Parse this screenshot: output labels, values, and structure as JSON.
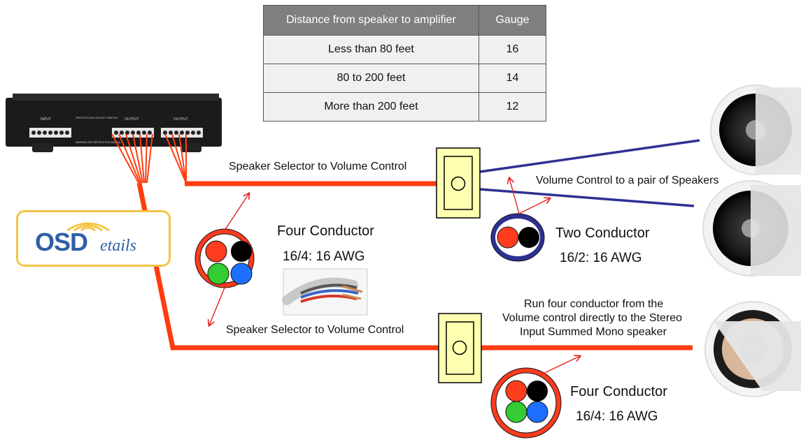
{
  "table": {
    "header": [
      "Distance from speaker to amplifier",
      "Gauge"
    ],
    "rows": [
      [
        "Less than 80 feet",
        "16"
      ],
      [
        "80 to 200 feet",
        "14"
      ],
      [
        "More than 200 feet",
        "12"
      ]
    ]
  },
  "labels": {
    "selector_to_volume_top": "Speaker Selector to Volume Control",
    "selector_to_volume_bottom": "Speaker Selector to Volume Control",
    "volume_to_pair": "Volume Control to a pair of Speakers",
    "four_conductor_left_title": "Four Conductor",
    "four_conductor_left_spec": "16/4: 16 AWG",
    "two_conductor_title": "Two Conductor",
    "two_conductor_spec": "16/2: 16 AWG",
    "four_conductor_bottom_title": "Four Conductor",
    "four_conductor_bottom_spec": "16/4: 16 AWG",
    "run_note_line1": "Run four conductor from the",
    "run_note_line2": "Volume control directly to the Stereo",
    "run_note_line3": "Input Summed Mono speaker"
  },
  "logo": {
    "main": "OSD",
    "sub": "etails"
  },
  "amplifier": {
    "input_label": "INPUT",
    "output_label": "OUTPUT",
    "protection_label": "PROTECTION CIRCUIT SWITCH",
    "warning_label": "WARNING SEE INSTRUCTION MANUAL"
  },
  "colors": {
    "wire_orange": "#ff3c0f",
    "wire_blue": "#2e3192",
    "volume_plate": "#ffffb0",
    "table_header": "#7f7f7f",
    "logo_border": "#f3c544",
    "logo_text": "#2f5fa6",
    "conductor_red": "#ff3c1e",
    "conductor_black": "#000000",
    "conductor_green": "#33cc33",
    "conductor_blue": "#1f6fff"
  },
  "icons": [
    "amplifier-icon",
    "volume-control-icon",
    "ceiling-speaker-icon",
    "cable-photo-icon",
    "arrow-icon"
  ]
}
